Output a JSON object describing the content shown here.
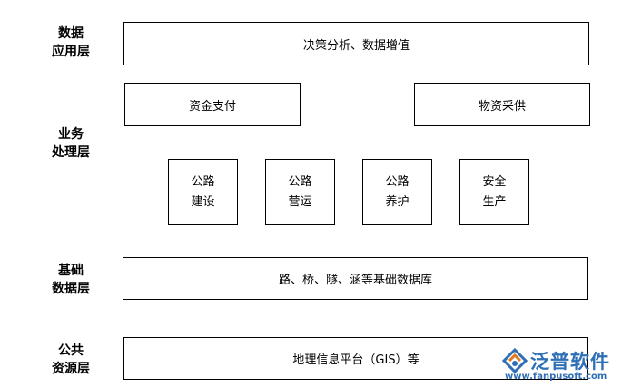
{
  "layers": {
    "application": {
      "line1": "数据",
      "line2": "应用层"
    },
    "business": {
      "line1": "业务",
      "line2": "处理层"
    },
    "data": {
      "line1": "基础",
      "line2": "数据层"
    },
    "resource": {
      "line1": "公共",
      "line2": "资源层"
    }
  },
  "boxes": {
    "decision": "决策分析、数据增值",
    "payment": "资金支付",
    "procurement": "物资采供",
    "road_construction": {
      "line1": "公路",
      "line2": "建设"
    },
    "road_operation": {
      "line1": "公路",
      "line2": "营运"
    },
    "road_maintenance": {
      "line1": "公路",
      "line2": "养护"
    },
    "safety": {
      "line1": "安全",
      "line2": "生产"
    },
    "database": "路、桥、隧、涵等基础数据库",
    "gis": "地理信息平台（GIS）等"
  },
  "logo": {
    "name": "泛普软件",
    "url": "www.fanpusoft.com",
    "color": "#2f6fb5",
    "icon": "fanpu-logo-icon"
  }
}
